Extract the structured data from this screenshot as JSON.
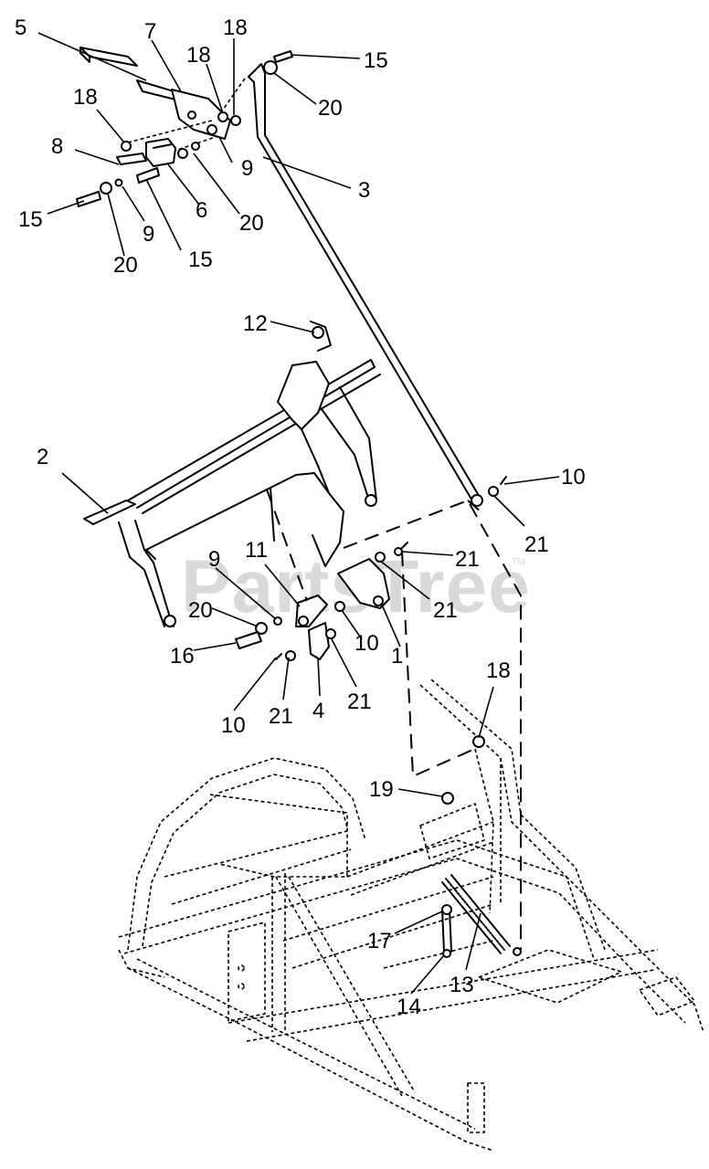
{
  "watermark": {
    "text": "PartsTree",
    "tm": "TM"
  },
  "callouts": [
    {
      "id": "c5a",
      "label": "5"
    },
    {
      "id": "c7",
      "label": "7"
    },
    {
      "id": "c18a",
      "label": "18"
    },
    {
      "id": "c18b",
      "label": "18"
    },
    {
      "id": "c15a",
      "label": "15"
    },
    {
      "id": "c20a",
      "label": "20"
    },
    {
      "id": "c18c",
      "label": "18"
    },
    {
      "id": "c8",
      "label": "8"
    },
    {
      "id": "c9a",
      "label": "9"
    },
    {
      "id": "c3",
      "label": "3"
    },
    {
      "id": "c6",
      "label": "6"
    },
    {
      "id": "c20b",
      "label": "20"
    },
    {
      "id": "c15b",
      "label": "15"
    },
    {
      "id": "c9b",
      "label": "9"
    },
    {
      "id": "c20c",
      "label": "20"
    },
    {
      "id": "c15c",
      "label": "15"
    },
    {
      "id": "c12",
      "label": "12"
    },
    {
      "id": "c2",
      "label": "2"
    },
    {
      "id": "c10a",
      "label": "10"
    },
    {
      "id": "c21a",
      "label": "21"
    },
    {
      "id": "c9c",
      "label": "9"
    },
    {
      "id": "c11",
      "label": "11"
    },
    {
      "id": "c21b",
      "label": "21"
    },
    {
      "id": "c21c",
      "label": "21"
    },
    {
      "id": "c20d",
      "label": "20"
    },
    {
      "id": "c10b",
      "label": "10"
    },
    {
      "id": "c1",
      "label": "1"
    },
    {
      "id": "c16",
      "label": "16"
    },
    {
      "id": "c21d",
      "label": "21"
    },
    {
      "id": "c4",
      "label": "4"
    },
    {
      "id": "c10c",
      "label": "10"
    },
    {
      "id": "c21e",
      "label": "21"
    },
    {
      "id": "c18d",
      "label": "18"
    },
    {
      "id": "c19",
      "label": "19"
    },
    {
      "id": "c17",
      "label": "17"
    },
    {
      "id": "c13",
      "label": "13"
    },
    {
      "id": "c14",
      "label": "14"
    }
  ]
}
